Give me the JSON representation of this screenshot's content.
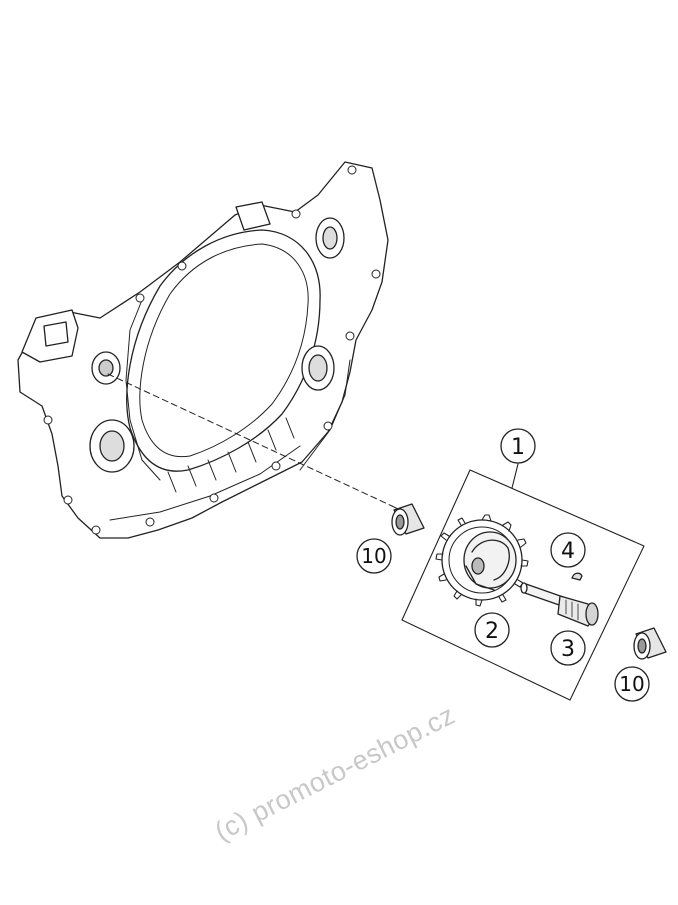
{
  "callouts": {
    "assembly": "1",
    "gear": "2",
    "shaft": "3",
    "key": "4",
    "bushing_left": "10",
    "bushing_right": "10"
  },
  "watermark": "(c) promoto-eshop.cz"
}
